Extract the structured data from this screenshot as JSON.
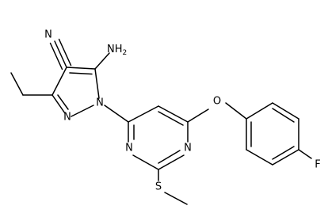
{
  "structure": {
    "atom_labels": {
      "nitrile_n": "N",
      "amino_group": "NH",
      "amino_subscript": "2",
      "pyrazole_n1": "N",
      "pyrazole_n2": "N",
      "ether_o": "O",
      "fluorine": "F",
      "pyrimidine_n_left": "N",
      "pyrimidine_n_right": "N",
      "thioether_s": "S"
    }
  }
}
